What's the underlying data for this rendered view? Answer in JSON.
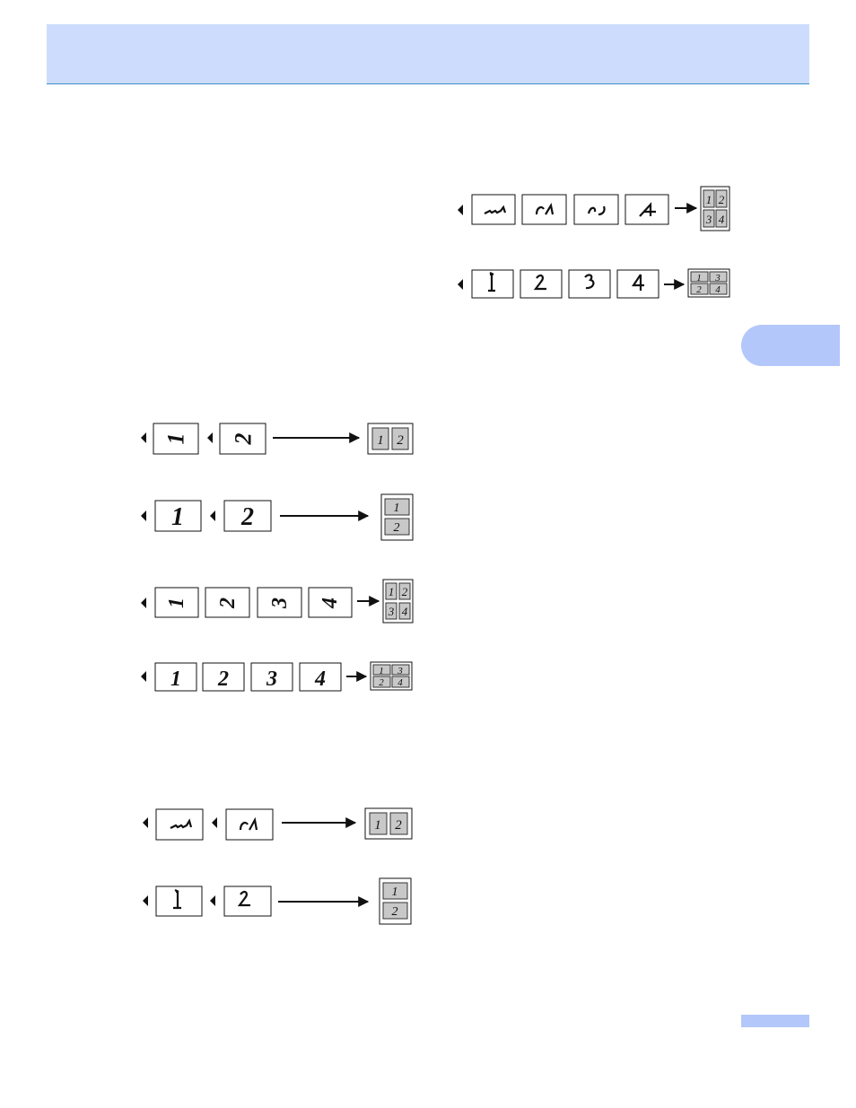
{
  "layout_diagrams": {
    "portrait_sets": [
      {
        "name": "2in1-portrait",
        "pages": [
          "1",
          "2"
        ],
        "cells": [
          "1",
          "2"
        ]
      },
      {
        "name": "2in1-landscape",
        "pages": [
          "1",
          "2"
        ],
        "cells": [
          "1",
          "2"
        ]
      },
      {
        "name": "4in1-portrait",
        "pages": [
          "1",
          "2",
          "3",
          "4"
        ],
        "cells": [
          "1",
          "2",
          "3",
          "4"
        ]
      },
      {
        "name": "4in1-landscape",
        "pages": [
          "1",
          "2",
          "3",
          "4"
        ],
        "cells": [
          "1",
          "3",
          "2",
          "4"
        ]
      }
    ],
    "rotated_sets": [
      {
        "name": "4in1-portrait-rotated-top",
        "cells": [
          "1",
          "2",
          "3",
          "4"
        ]
      },
      {
        "name": "4in1-landscape-rotated-top",
        "cells": [
          "1",
          "3",
          "2",
          "4"
        ]
      },
      {
        "name": "2in1-portrait-rotated",
        "cells": [
          "1",
          "2"
        ]
      },
      {
        "name": "2in1-landscape-rotated",
        "cells": [
          "1",
          "2"
        ]
      }
    ]
  }
}
